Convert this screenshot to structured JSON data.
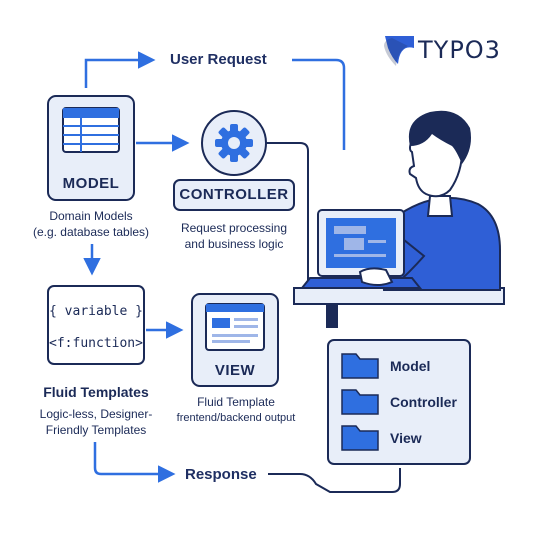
{
  "brand": {
    "name": "TYPO3",
    "logo_icon": "typo3-logo-icon"
  },
  "flow": {
    "user_request": "User Request",
    "response": "Response"
  },
  "model": {
    "title": "MODEL",
    "caption_line1": "Domain Models",
    "caption_line2": "(e.g. database tables)",
    "icon": "table-icon"
  },
  "controller": {
    "title": "CONTROLLER",
    "caption_line1": "Request processing",
    "caption_line2": "and business logic",
    "icon": "gear-icon"
  },
  "fluid": {
    "code_line1": "{ variable }",
    "code_line2": "<f:function>",
    "title": "Fluid Templates",
    "caption_line1": "Logic-less, Designer-",
    "caption_line2": "Friendly Templates"
  },
  "view": {
    "title": "VIEW",
    "caption_line1": "Fluid Template",
    "caption_line2": "frentend/backend output",
    "icon": "browser-window-icon"
  },
  "folders": [
    {
      "label": "Model",
      "icon": "folder-icon"
    },
    {
      "label": "Controller",
      "icon": "folder-icon"
    },
    {
      "label": "View",
      "icon": "folder-icon"
    }
  ],
  "colors": {
    "navy": "#1b2a57",
    "blue": "#2f6fe0",
    "box_fill": "#e8eef9",
    "person_blue": "#2f5fd6"
  }
}
